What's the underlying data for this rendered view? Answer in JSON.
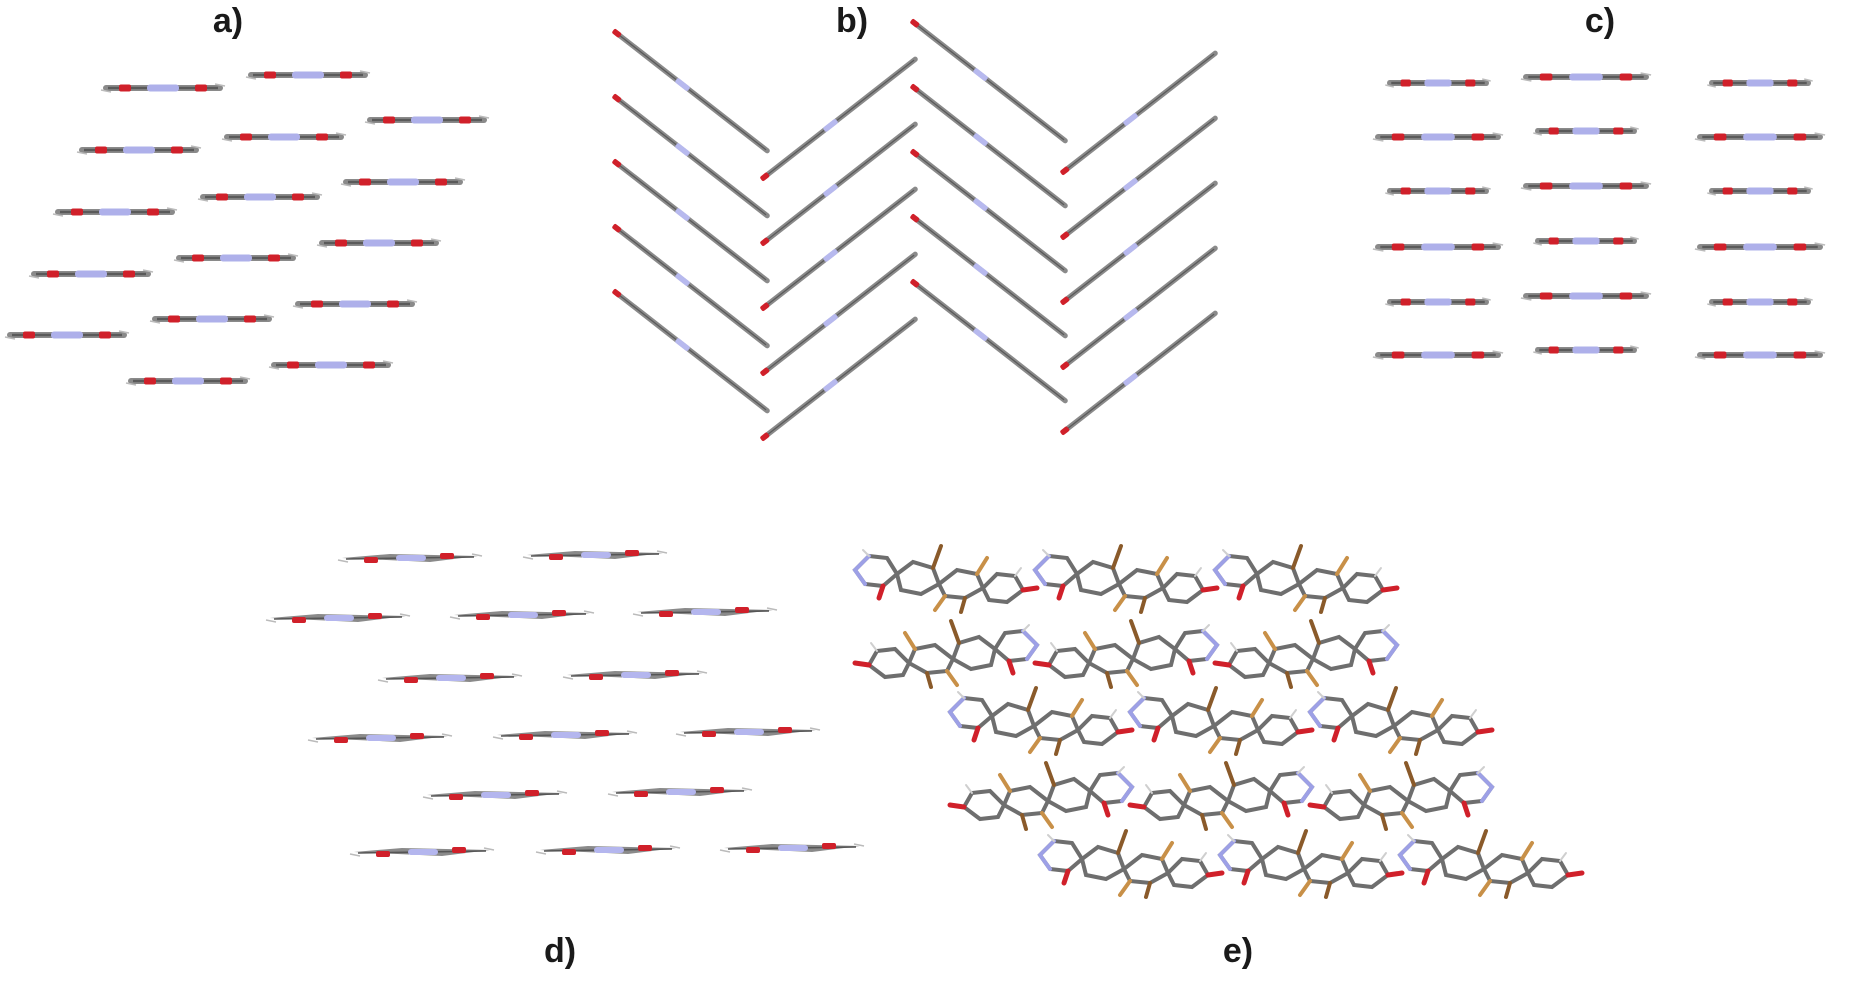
{
  "panels": [
    {
      "id": "a",
      "label": "a)"
    },
    {
      "id": "b",
      "label": "b)"
    },
    {
      "id": "c",
      "label": "c)"
    },
    {
      "id": "d",
      "label": "d)"
    },
    {
      "id": "e",
      "label": "e)"
    }
  ],
  "colors": {
    "carbon": "#7d7d7d",
    "carbon_dark": "#4a4a4a",
    "nitrogen": "#a9a9e6",
    "oxygen": "#d0202a",
    "hydrogen": "#c8c8c8",
    "bromine": "#c89048",
    "background": "#ffffff"
  }
}
